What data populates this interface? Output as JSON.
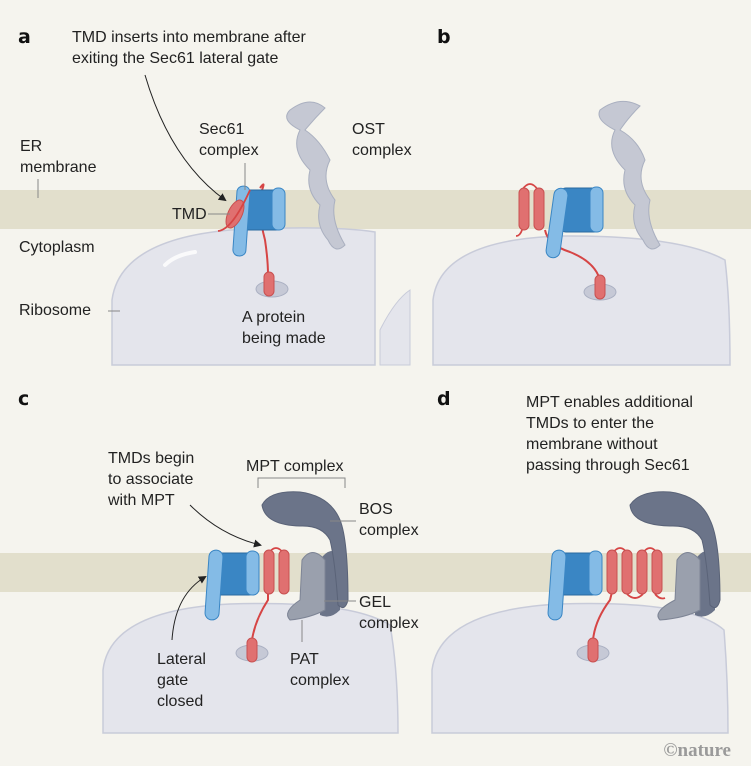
{
  "figure": {
    "credit": "©nature",
    "colors": {
      "background": "#f5f4ee",
      "membrane": "#e2dfcc",
      "ribosome": "#e4e5ec",
      "sec61_dark": "#3a86c4",
      "sec61_light": "#84bbe6",
      "tmd": "#e07070",
      "ost": "#c5c8d3",
      "mpt_dark": "#6b7489",
      "mpt_light": "#9aa0ad"
    }
  },
  "panels": {
    "a": {
      "letter": "a",
      "caption": "TMD inserts into membrane after\nexiting the Sec61 lateral gate",
      "labels": {
        "er_membrane": "ER\nmembrane",
        "sec61": "Sec61\ncomplex",
        "ost": "OST\ncomplex",
        "tmd": "TMD",
        "cytoplasm": "Cytoplasm",
        "ribosome": "Ribosome",
        "protein": "A protein\nbeing made"
      }
    },
    "b": {
      "letter": "b"
    },
    "c": {
      "letter": "c",
      "labels": {
        "tmds_associate": "TMDs begin\nto associate\nwith MPT",
        "mpt": "MPT complex",
        "bos": "BOS\ncomplex",
        "gel": "GEL\ncomplex",
        "pat": "PAT\ncomplex",
        "lateral_gate": "Lateral\ngate\nclosed"
      }
    },
    "d": {
      "letter": "d",
      "caption": "MPT enables additional\nTMDs to enter the\nmembrane without\npassing through Sec61"
    }
  }
}
